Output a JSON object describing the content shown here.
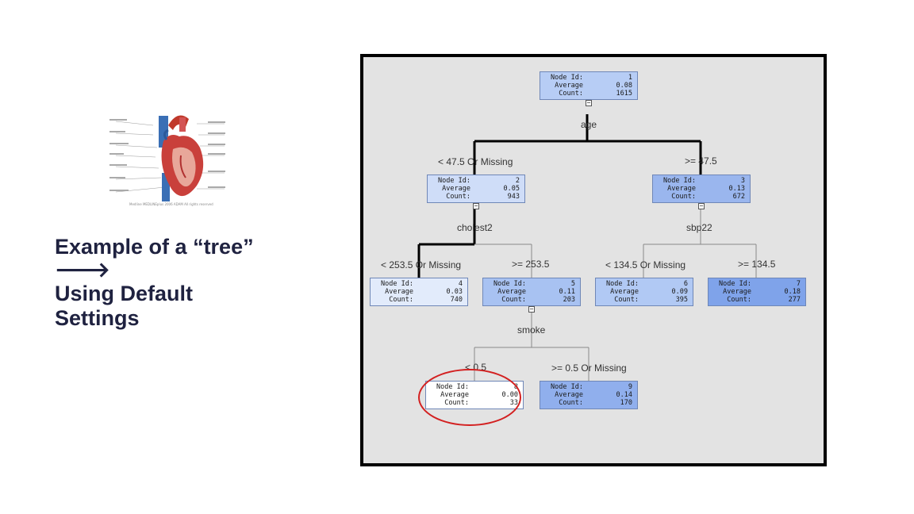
{
  "slide": {
    "line1": "Example of a “tree”",
    "arrow": "🡒",
    "line2": "Using Default",
    "line3": "Settings"
  },
  "heart_image": {
    "caption": "Medline MEDLINEplus 2006 ADAM All rights reserved"
  },
  "tree": {
    "nodes": [
      {
        "id": "1",
        "average": "0.08",
        "count": "1615",
        "color": "#b7cdf5"
      },
      {
        "id": "2",
        "average": "0.05",
        "count": "943",
        "color": "#cfddf8"
      },
      {
        "id": "3",
        "average": "0.13",
        "count": "672",
        "color": "#9ab6ee"
      },
      {
        "id": "4",
        "average": "0.03",
        "count": "740",
        "color": "#e2ebfb"
      },
      {
        "id": "5",
        "average": "0.11",
        "count": "203",
        "color": "#a8c2f2"
      },
      {
        "id": "6",
        "average": "0.09",
        "count": "395",
        "color": "#b1c9f4"
      },
      {
        "id": "7",
        "average": "0.18",
        "count": "277",
        "color": "#7fa3ea"
      },
      {
        "id": "8",
        "average": "0.00",
        "count": "33",
        "color": "#ffffff"
      },
      {
        "id": "9",
        "average": "0.14",
        "count": "170",
        "color": "#90afed"
      }
    ],
    "field_labels": {
      "node_id": "Node Id:",
      "average": "Average",
      "count": "Count:"
    },
    "splits": {
      "age": "age",
      "cholest2": "cholest2",
      "sbp22": "sbp22",
      "smoke": "smoke"
    },
    "branches": {
      "age_left": "< 47.5 Or Missing",
      "age_right": ">= 47.5",
      "cholest_left": "< 253.5 Or Missing",
      "cholest_right": ">= 253.5",
      "sbp_left": "< 134.5 Or Missing",
      "sbp_right": ">= 134.5",
      "smoke_left": "< 0.5",
      "smoke_right": ">= 0.5 Or Missing"
    },
    "toggle_symbol": "−"
  }
}
